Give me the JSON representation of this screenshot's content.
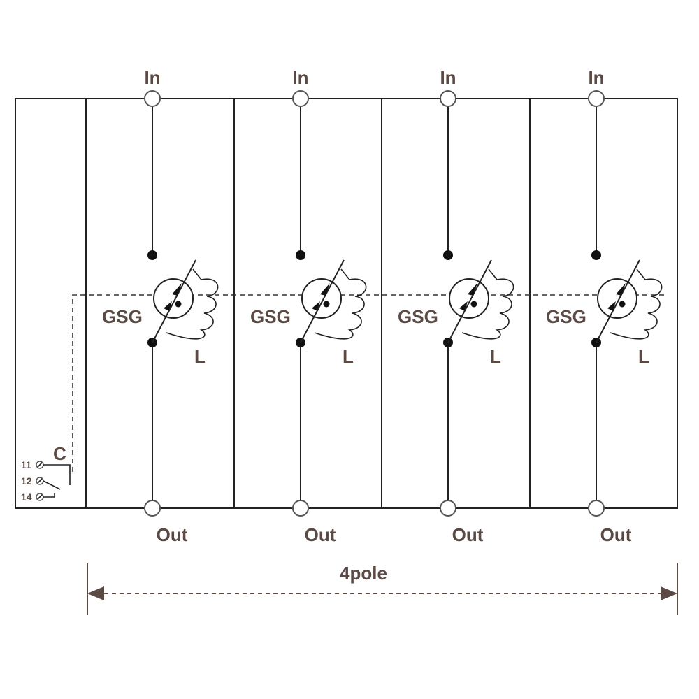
{
  "poles": [
    {
      "in_label": "In",
      "out_label": "Out",
      "gsg_label": "GSG",
      "l_label": "L"
    },
    {
      "in_label": "In",
      "out_label": "Out",
      "gsg_label": "GSG",
      "l_label": "L"
    },
    {
      "in_label": "In",
      "out_label": "Out",
      "gsg_label": "GSG",
      "l_label": "L"
    },
    {
      "in_label": "In",
      "out_label": "Out",
      "gsg_label": "GSG",
      "l_label": "L"
    }
  ],
  "contact": {
    "label": "C",
    "terminals": [
      "11",
      "12",
      "14"
    ]
  },
  "dimension": {
    "label": "4pole"
  },
  "colors": {
    "label_text": "#5b4a44",
    "lines": "#222222"
  }
}
